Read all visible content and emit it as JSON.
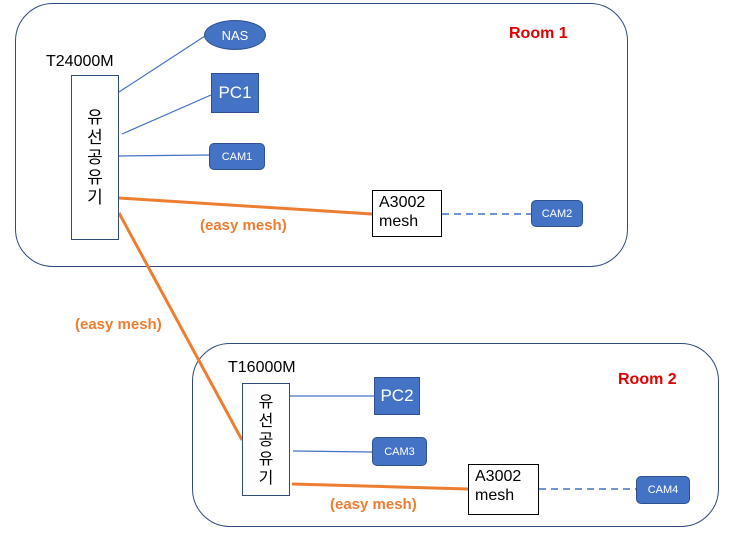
{
  "room1": {
    "title": "Room 1",
    "router_model": "T24000M",
    "router_chars": [
      "유",
      "선",
      "공",
      "유",
      "기"
    ],
    "nas": "NAS",
    "pc": "PC1",
    "cam_a": "CAM1",
    "mesh_line1": "A3002",
    "mesh_line2": "mesh",
    "cam_b": "CAM2",
    "link_label": "(easy mesh)"
  },
  "inter_link_label": "(easy mesh)",
  "room2": {
    "title": "Room 2",
    "router_model": "T16000M",
    "router_chars": [
      "유",
      "선",
      "공",
      "유",
      "기"
    ],
    "pc": "PC2",
    "cam_a": "CAM3",
    "mesh_line1": "A3002",
    "mesh_line2": "mesh",
    "cam_b": "CAM4",
    "link_label": "(easy mesh)"
  },
  "colors": {
    "node_fill": "#4472c4",
    "wired_line": "#4472c4",
    "mesh_link": "#ed7d31",
    "room_title": "#e00000",
    "room_border": "#2f4b7c"
  }
}
